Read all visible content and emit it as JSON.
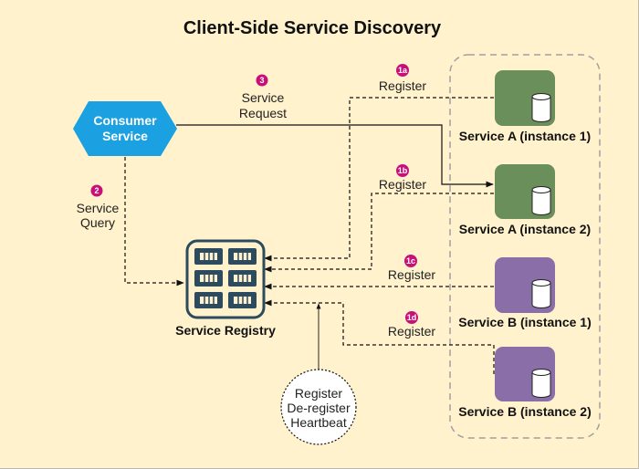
{
  "title": "Client-Side Service Discovery",
  "consumer": {
    "line1": "Consumer",
    "line2": "Service"
  },
  "registry": {
    "label": "Service Registry"
  },
  "services": [
    {
      "label": "Service A (instance 1)",
      "color": "#6a8f5a"
    },
    {
      "label": "Service A (instance 2)",
      "color": "#6a8f5a"
    },
    {
      "label": "Service B (instance 1)",
      "color": "#8a6ea8"
    },
    {
      "label": "Service B (instance 2)",
      "color": "#8a6ea8"
    }
  ],
  "steps": {
    "s3": {
      "badge": "3",
      "line1": "Service",
      "line2": "Request"
    },
    "s2": {
      "badge": "2",
      "line1": "Service",
      "line2": "Query"
    },
    "s1a": {
      "badge": "1a",
      "label": "Register"
    },
    "s1b": {
      "badge": "1b",
      "label": "Register"
    },
    "s1c": {
      "badge": "1c",
      "label": "Register"
    },
    "s1d": {
      "badge": "1d",
      "label": "Register"
    }
  },
  "heartbeat": {
    "line1": "Register",
    "line2": "De-register",
    "line3": "Heartbeat"
  },
  "colors": {
    "consumer": "#1ba1e2",
    "badge": "#c8107a",
    "registry": "#2d4b5e",
    "background": "#fff2cc"
  }
}
